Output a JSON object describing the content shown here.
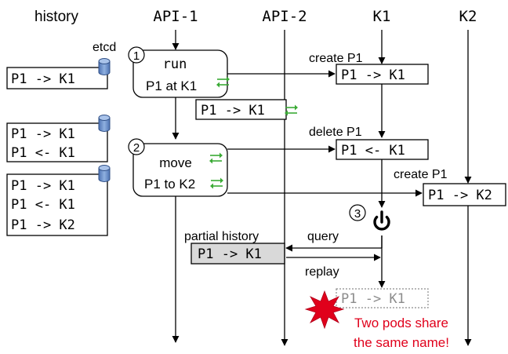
{
  "headers": {
    "history": "history",
    "api1": "API-1",
    "api2": "API-2",
    "k1": "K1",
    "k2": "K2"
  },
  "etcd_label": "etcd",
  "history_boxes": [
    [
      "P1 -> K1"
    ],
    [
      "P1 -> K1",
      "P1 <- K1"
    ],
    [
      "P1 -> K1",
      "P1 <- K1",
      "P1 -> K2"
    ]
  ],
  "steps": {
    "s1": {
      "number": "1",
      "line1": "run",
      "line2": "P1 at K1"
    },
    "s2": {
      "number": "2",
      "line1": "move",
      "line2": "P1 to K2"
    },
    "s3": {
      "number": "3"
    }
  },
  "api2_box": "P1 -> K1",
  "messages": {
    "create_k1": "create P1",
    "delete_k1": "delete P1",
    "create_k2": "create P1",
    "query": "query",
    "replay": "replay",
    "partial_history": "partial history"
  },
  "state_boxes": {
    "k1_created": "P1 -> K1",
    "k1_deleted": "P1 <- K1",
    "k2_created": "P1 -> K2",
    "partial": "P1 -> K1",
    "replayed": "P1 -> K1"
  },
  "warning": [
    "Two pods share",
    "the same name!"
  ],
  "colors": {
    "arrow_green": "#3aaa35",
    "warning_red": "#e0001b",
    "cylinder_blue": "#6b8fc9",
    "partial_fill": "#d9d9d9",
    "ghost_gray": "#8c8c8c"
  },
  "icons": [
    "database-cylinder-icon",
    "sync-arrows-icon",
    "power-icon",
    "explosion-icon"
  ]
}
